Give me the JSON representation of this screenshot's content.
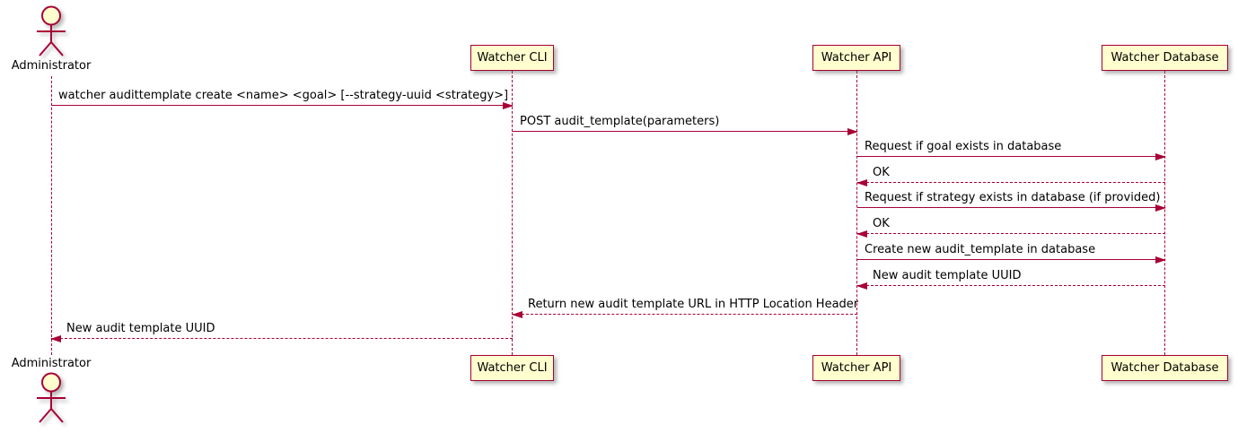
{
  "colors": {
    "line": "#A80036",
    "fill": "#FEFECE",
    "text": "#000000",
    "background": "#FFFFFF"
  },
  "actors": [
    {
      "name": "Administrator"
    }
  ],
  "participants": [
    {
      "label": "Watcher CLI"
    },
    {
      "label": "Watcher API"
    },
    {
      "label": "Watcher Database"
    }
  ],
  "messages": [
    {
      "label": "watcher audittemplate create <name> <goal> [--strategy-uuid <strategy>]",
      "from": "Administrator",
      "to": "Watcher CLI",
      "line": "solid"
    },
    {
      "label": "POST audit_template(parameters)",
      "from": "Watcher CLI",
      "to": "Watcher API",
      "line": "solid"
    },
    {
      "label": "Request if goal exists in database",
      "from": "Watcher API",
      "to": "Watcher Database",
      "line": "solid"
    },
    {
      "label": "OK",
      "from": "Watcher Database",
      "to": "Watcher API",
      "line": "dashed"
    },
    {
      "label": "Request if strategy exists in database (if provided)",
      "from": "Watcher API",
      "to": "Watcher Database",
      "line": "solid"
    },
    {
      "label": "OK",
      "from": "Watcher Database",
      "to": "Watcher API",
      "line": "dashed"
    },
    {
      "label": "Create new audit_template in database",
      "from": "Watcher API",
      "to": "Watcher Database",
      "line": "solid"
    },
    {
      "label": "New audit template UUID",
      "from": "Watcher Database",
      "to": "Watcher API",
      "line": "dashed"
    },
    {
      "label": "Return new audit template URL in HTTP Location Header",
      "from": "Watcher API",
      "to": "Watcher CLI",
      "line": "dashed"
    },
    {
      "label": "New audit template UUID",
      "from": "Watcher CLI",
      "to": "Administrator",
      "line": "dashed"
    }
  ]
}
